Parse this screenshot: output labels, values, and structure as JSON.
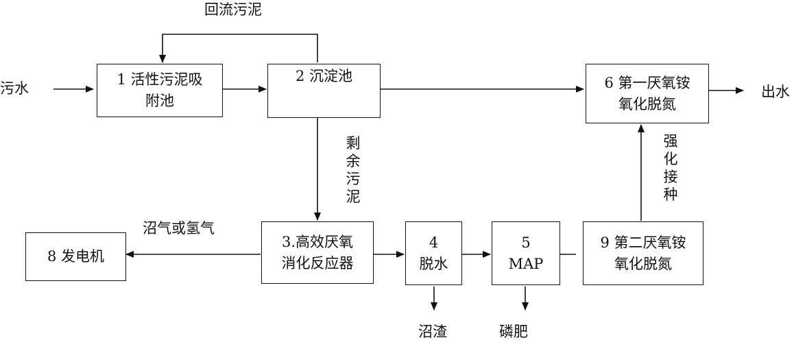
{
  "labels": {
    "return_sludge": "回流污泥",
    "sewage_in": "污水",
    "effluent": "出水",
    "excess_sludge": "剩余污泥",
    "biogas": "沼气或氢气",
    "digestate": "沼渣",
    "phosphate_fertilizer": "磷肥",
    "enhanced_inoculation": "强化接种"
  },
  "boxes": {
    "b1": {
      "line1": "1 活性污泥吸",
      "line2": "附池"
    },
    "b2": {
      "line1": "2 沉淀池"
    },
    "b3": {
      "line1": "3.高效厌氧",
      "line2": "消化反应器"
    },
    "b4": {
      "line1": "4",
      "line2": "脱水"
    },
    "b5": {
      "line1": "5",
      "line2": "MAP"
    },
    "b6": {
      "line1": "6 第一厌氧铵",
      "line2": "氧化脱氮"
    },
    "b8": {
      "line1": "8 发电机"
    },
    "b9": {
      "line1": "9 第二厌氧铵",
      "line2": "氧化脱氮"
    }
  }
}
